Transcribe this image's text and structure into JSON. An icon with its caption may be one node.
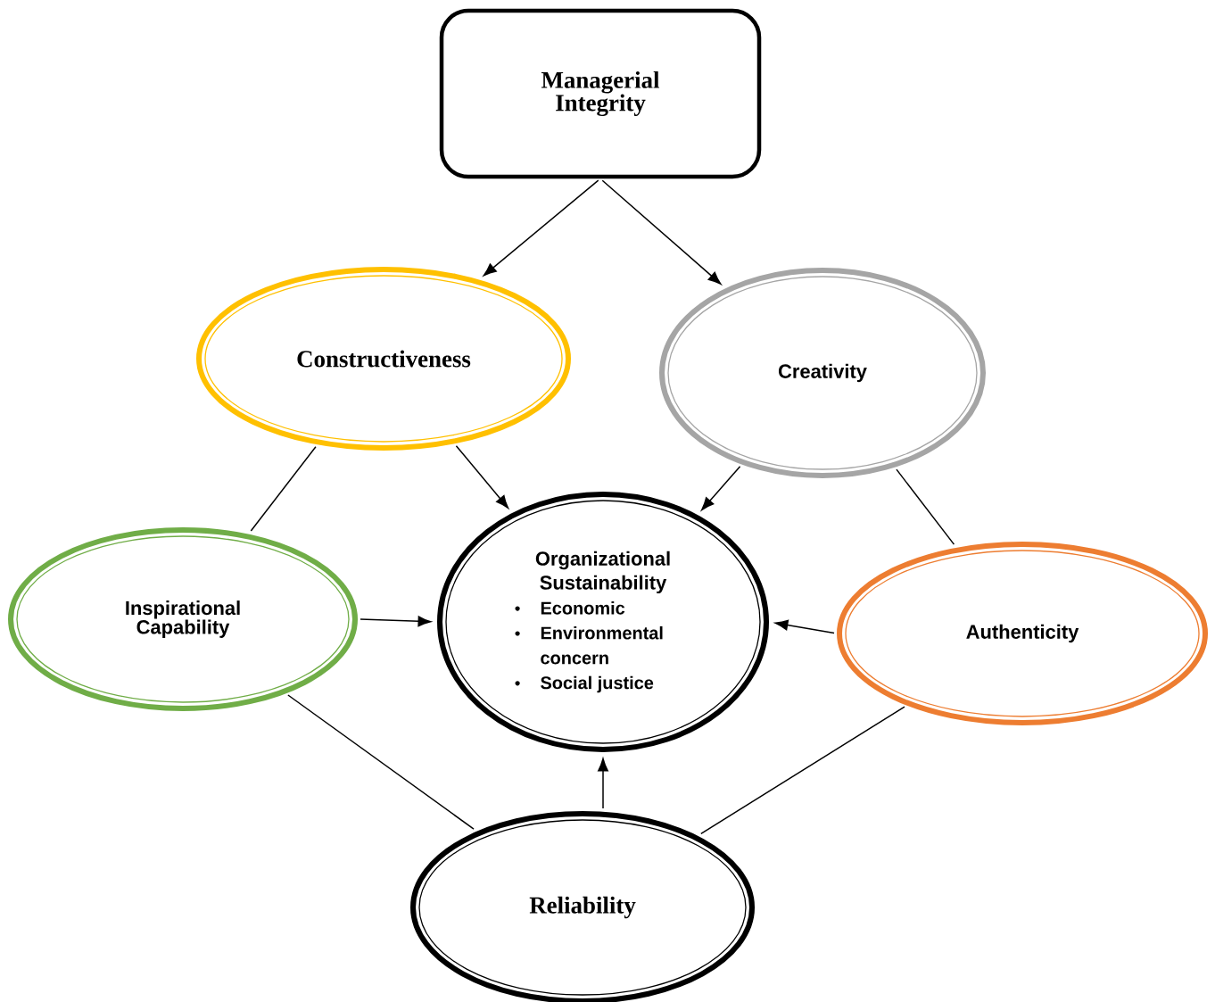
{
  "diagram": {
    "nodes": [
      {
        "text": [
          "Managerial Integrity"
        ]
      },
      {
        "text": [
          "Constructiveness"
        ]
      },
      {
        "text": [
          "Creativity"
        ]
      },
      {
        "text": [
          "Inspirational Capability"
        ]
      },
      {
        "text": [
          "Organizational Sustainability",
          "Economic",
          "Environmental concern",
          "Social justice"
        ]
      },
      {
        "text": [
          "Authenticity"
        ]
      },
      {
        "text": [
          "Reliability"
        ]
      }
    ],
    "edges": [
      {
        "from": 0,
        "to": 1,
        "arrow": "to"
      },
      {
        "from": 0,
        "to": 2,
        "arrow": "to"
      },
      {
        "from": 1,
        "to": 3,
        "arrow": "none"
      },
      {
        "from": 1,
        "to": 4,
        "arrow": "to"
      },
      {
        "from": 2,
        "to": 4,
        "arrow": "to"
      },
      {
        "from": 2,
        "to": 5,
        "arrow": "none"
      },
      {
        "from": 3,
        "to": 4,
        "arrow": "to"
      },
      {
        "from": 5,
        "to": 4,
        "arrow": "to"
      },
      {
        "from": 3,
        "to": 6,
        "arrow": "none"
      },
      {
        "from": 5,
        "to": 6,
        "arrow": "none"
      },
      {
        "from": 6,
        "to": 4,
        "arrow": "to"
      }
    ]
  }
}
